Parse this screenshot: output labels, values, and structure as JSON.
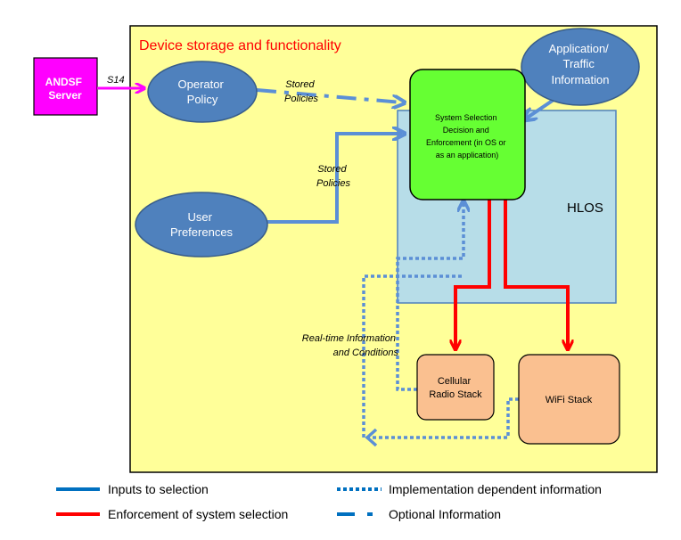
{
  "title": "Device storage and functionality",
  "nodes": {
    "andsf": [
      "ANDSF",
      "Server"
    ],
    "operator_policy": [
      "Operator",
      "Policy"
    ],
    "user_prefs": [
      "User",
      "Preferences"
    ],
    "app_traffic": [
      "Application/",
      "Traffic",
      "Information"
    ],
    "system_selection": [
      "System Selection",
      "Decision and",
      "Enforcement (in OS or",
      "as an application)"
    ],
    "hlos": "HLOS",
    "cellular": [
      "Cellular",
      "Radio Stack"
    ],
    "wifi": "WiFi Stack"
  },
  "labels": {
    "s14": "S14",
    "stored_policies_1": [
      "Stored",
      "Policies"
    ],
    "stored_policies_2": [
      "Stored",
      "Policies"
    ],
    "realtime": [
      "Real-time Information",
      "and Conditions"
    ]
  },
  "legend": {
    "inputs": "Inputs to selection",
    "enforcement": "Enforcement of system selection",
    "impl_dependent": "Implementation dependent information",
    "optional": "Optional Information"
  },
  "colors": {
    "device_bg": "#ffff99",
    "ellipse": "#4f81bd",
    "blue_line": "#5b8fd6",
    "red_line": "#ff0000",
    "green_box": "#66ff33",
    "hlos_bg": "#b7dde8",
    "stack_bg": "#fac090",
    "andsf_bg": "#ff00ff"
  }
}
